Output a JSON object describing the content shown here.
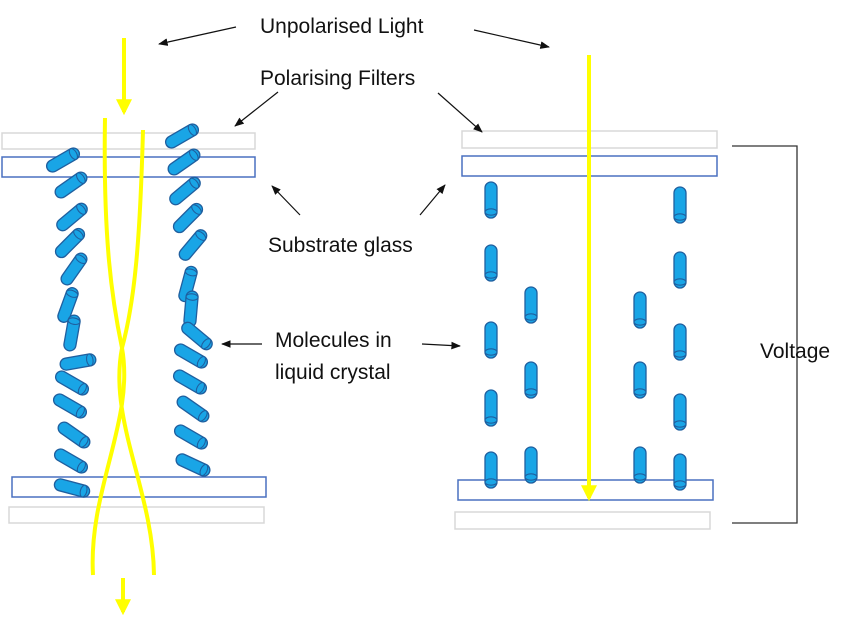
{
  "labels": {
    "unpolarised_light": "Unpolarised Light",
    "polarising_filters": "Polarising Filters",
    "substrate_glass": "Substrate glass",
    "molecules_line1": "Molecules in",
    "molecules_line2": "liquid crystal",
    "voltage": "Voltage"
  },
  "colors": {
    "light_beam": "#ffff00",
    "molecule_fill": "#19a5e6",
    "molecule_stroke": "#1f5f9f",
    "substrate_stroke": "#4a70c0",
    "polariser_stroke": "#d8d8d8",
    "label_text": "#111111"
  }
}
